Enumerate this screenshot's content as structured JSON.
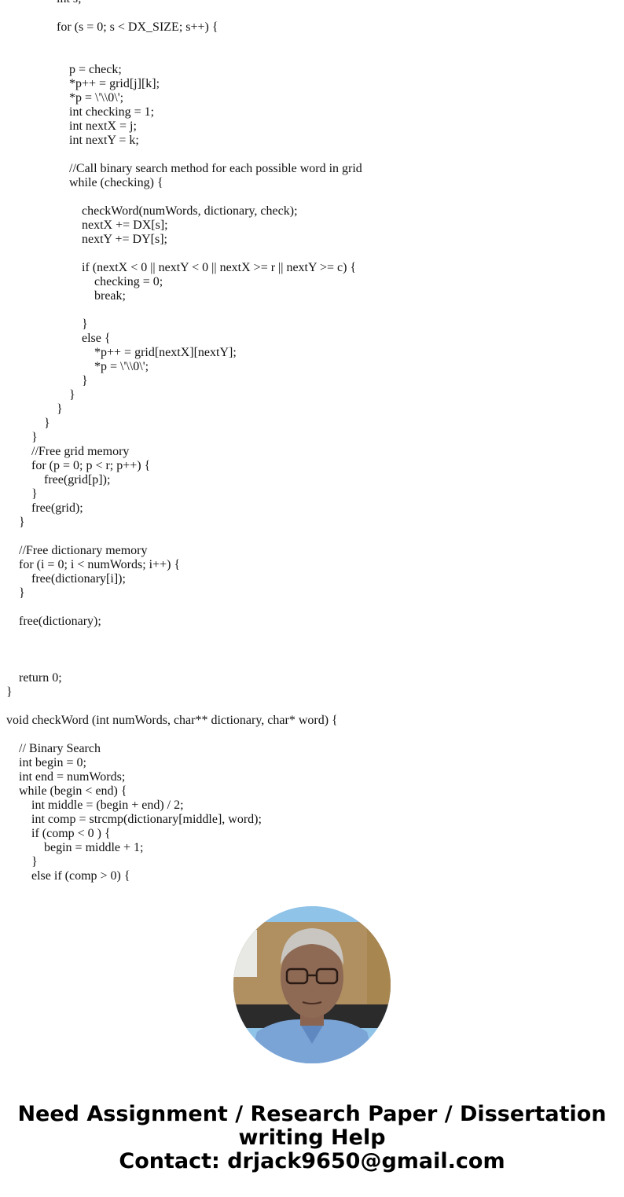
{
  "code": {
    "lines": [
      {
        "indent": 4,
        "text": "int s;"
      },
      {
        "indent": 0,
        "text": ""
      },
      {
        "indent": 4,
        "text": "for (s = 0; s < DX_SIZE; s++) {"
      },
      {
        "indent": 0,
        "text": ""
      },
      {
        "indent": 0,
        "text": ""
      },
      {
        "indent": 5,
        "text": "p = check;"
      },
      {
        "indent": 5,
        "text": "*p++ = grid[j][k];"
      },
      {
        "indent": 5,
        "text": "*p = \\'\\\\0\\';"
      },
      {
        "indent": 5,
        "text": "int checking = 1;"
      },
      {
        "indent": 5,
        "text": "int nextX = j;"
      },
      {
        "indent": 5,
        "text": "int nextY = k;"
      },
      {
        "indent": 0,
        "text": ""
      },
      {
        "indent": 5,
        "text": "//Call binary search method for each possible word in grid"
      },
      {
        "indent": 5,
        "text": "while (checking) {"
      },
      {
        "indent": 0,
        "text": ""
      },
      {
        "indent": 6,
        "text": "checkWord(numWords, dictionary, check);"
      },
      {
        "indent": 6,
        "text": "nextX += DX[s];"
      },
      {
        "indent": 6,
        "text": "nextY += DY[s];"
      },
      {
        "indent": 0,
        "text": ""
      },
      {
        "indent": 6,
        "text": "if (nextX < 0 || nextY < 0 || nextX >= r || nextY >= c) {"
      },
      {
        "indent": 7,
        "text": "checking = 0;"
      },
      {
        "indent": 7,
        "text": "break;"
      },
      {
        "indent": 0,
        "text": ""
      },
      {
        "indent": 6,
        "text": "}"
      },
      {
        "indent": 6,
        "text": "else {"
      },
      {
        "indent": 7,
        "text": "*p++ = grid[nextX][nextY];"
      },
      {
        "indent": 7,
        "text": "*p = \\'\\\\0\\';"
      },
      {
        "indent": 6,
        "text": "}"
      },
      {
        "indent": 5,
        "text": "}"
      },
      {
        "indent": 4,
        "text": "}"
      },
      {
        "indent": 3,
        "text": "}"
      },
      {
        "indent": 2,
        "text": "}"
      },
      {
        "indent": 2,
        "text": "//Free grid memory"
      },
      {
        "indent": 2,
        "text": "for (p = 0; p < r; p++) {"
      },
      {
        "indent": 3,
        "text": "free(grid[p]);"
      },
      {
        "indent": 2,
        "text": "}"
      },
      {
        "indent": 2,
        "text": "free(grid);"
      },
      {
        "indent": 1,
        "text": "}"
      },
      {
        "indent": 0,
        "text": ""
      },
      {
        "indent": 1,
        "text": "//Free dictionary memory"
      },
      {
        "indent": 1,
        "text": "for (i = 0; i < numWords; i++) {"
      },
      {
        "indent": 2,
        "text": "free(dictionary[i]);"
      },
      {
        "indent": 1,
        "text": "}"
      },
      {
        "indent": 0,
        "text": ""
      },
      {
        "indent": 1,
        "text": "free(dictionary);"
      },
      {
        "indent": 0,
        "text": ""
      },
      {
        "indent": 0,
        "text": ""
      },
      {
        "indent": 0,
        "text": ""
      },
      {
        "indent": 1,
        "text": "return 0;"
      },
      {
        "indent": 0,
        "text": "}"
      },
      {
        "indent": 0,
        "text": ""
      },
      {
        "indent": 0,
        "text": "void checkWord (int numWords, char** dictionary, char* word) {"
      },
      {
        "indent": 0,
        "text": ""
      },
      {
        "indent": 1,
        "text": "// Binary Search"
      },
      {
        "indent": 1,
        "text": "int begin = 0;"
      },
      {
        "indent": 1,
        "text": "int end = numWords;"
      },
      {
        "indent": 1,
        "text": "while (begin < end) {"
      },
      {
        "indent": 2,
        "text": "int middle = (begin + end) / 2;"
      },
      {
        "indent": 2,
        "text": "int comp = strcmp(dictionary[middle], word);"
      },
      {
        "indent": 2,
        "text": "if (comp < 0 ) {"
      },
      {
        "indent": 3,
        "text": "begin = middle + 1;"
      },
      {
        "indent": 2,
        "text": "}"
      },
      {
        "indent": 2,
        "text": "else if (comp > 0) {"
      }
    ]
  },
  "avatar": {
    "alt": "author-photo"
  },
  "promo": {
    "line1": "Need Assignment / Research Paper / Dissertation",
    "line2": "writing Help",
    "line3": "Contact: drjack9650@gmail.com"
  }
}
